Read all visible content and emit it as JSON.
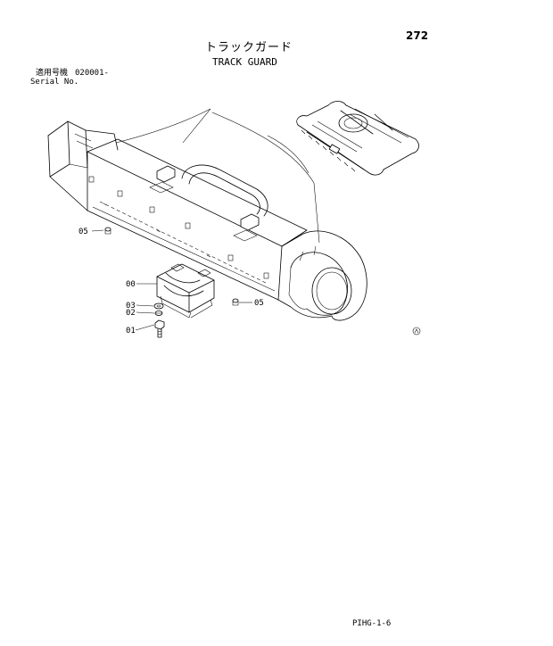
{
  "page_number": "272",
  "title_jp": "トラックガード",
  "title_en": "TRACK GUARD",
  "serial": {
    "label_jp": "適用号機",
    "code": "020001-",
    "label_en": "Serial No."
  },
  "callouts": {
    "c05a": "05",
    "c00": "00",
    "c03": "03",
    "c02": "02",
    "c01": "01",
    "c05b": "05"
  },
  "footer_code": "PIHG-1-6",
  "icons": [
    "small-circle-mark-icon",
    "bolt-icon",
    "washer-icon"
  ]
}
